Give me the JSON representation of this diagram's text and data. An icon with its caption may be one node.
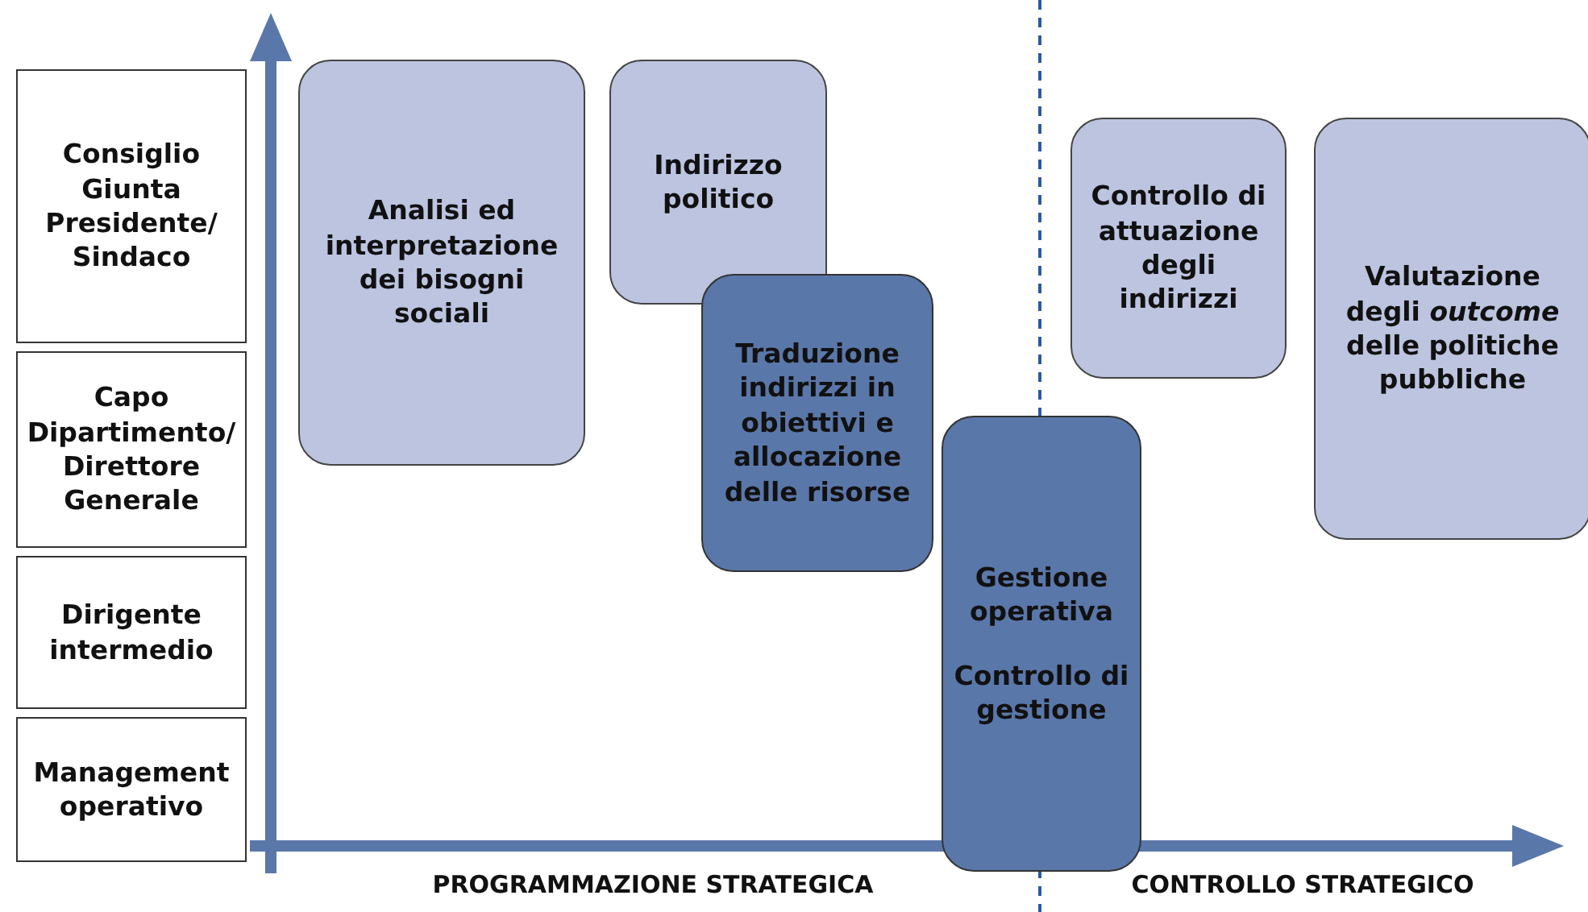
{
  "diagram": {
    "nodes": [
      {
        "text": [
          "Consiglio Giunta Presidente/ Sindaco"
        ]
      },
      {
        "text": [
          "Capo Dipartimento/ Direttore Generale"
        ]
      },
      {
        "text": [
          "Dirigente intermedio"
        ]
      },
      {
        "text": [
          "Management operativo"
        ]
      },
      {
        "text": [
          "Analisi ed interpretazione dei bisogni sociali"
        ]
      },
      {
        "text": [
          "Indirizzo politico"
        ]
      },
      {
        "text": [
          "Traduzione indirizzi in obiettivi e allocazione delle risorse"
        ]
      },
      {
        "text": [
          "Gestione operativa",
          "Controllo di gestione"
        ]
      },
      {
        "text": [
          "Controllo di attuazione degli indirizzi"
        ]
      },
      {
        "text": [
          "Valutazione degli *outcome* delle politiche pubbliche"
        ]
      }
    ],
    "labels": [
      "PROGRAMMAZIONE STRATEGICA",
      "CONTROLLO STRATEGICO"
    ]
  }
}
